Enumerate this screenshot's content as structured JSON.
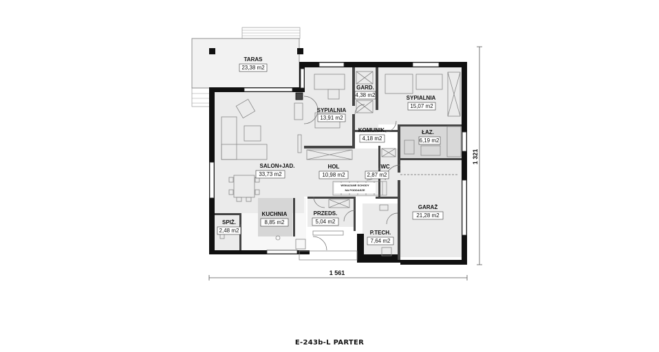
{
  "plan": {
    "caption": "E-243b-L PARTER",
    "dimension_width": "1 561",
    "dimension_height": "1 321",
    "stairs_note_line1": "WSKAZANE SCHODY",
    "stairs_note_line2": "NA PODDASZE"
  },
  "rooms": {
    "taras": {
      "name": "TARAS",
      "area": "23,38 m2"
    },
    "salon": {
      "name": "SALON+JAD.",
      "area": "33,73 m2"
    },
    "sypialnia1": {
      "name": "SYPIALNIA",
      "area": "13,91 m2"
    },
    "gard": {
      "name": "GARD.",
      "area": "4,38 m2"
    },
    "sypialnia2": {
      "name": "SYPIALNIA",
      "area": "15,07 m2"
    },
    "komunik": {
      "name": "KOMUNIK.",
      "area": "4,18 m2"
    },
    "laz": {
      "name": "ŁAZ.",
      "area": "6,19 m2"
    },
    "hol": {
      "name": "HOL",
      "area": "10,98 m2"
    },
    "wc": {
      "name": "WC",
      "area": "2,87 m2"
    },
    "garaz": {
      "name": "GARAŻ",
      "area": "21,28 m2"
    },
    "kuchnia": {
      "name": "KUCHNIA",
      "area": "8,85 m2"
    },
    "spiz": {
      "name": "SPIŻ.",
      "area": "2,48 m2"
    },
    "przeds": {
      "name": "PRZEDS.",
      "area": "5,04 m2"
    },
    "ptech": {
      "name": "P.TECH.",
      "area": "7,64 m2"
    }
  }
}
